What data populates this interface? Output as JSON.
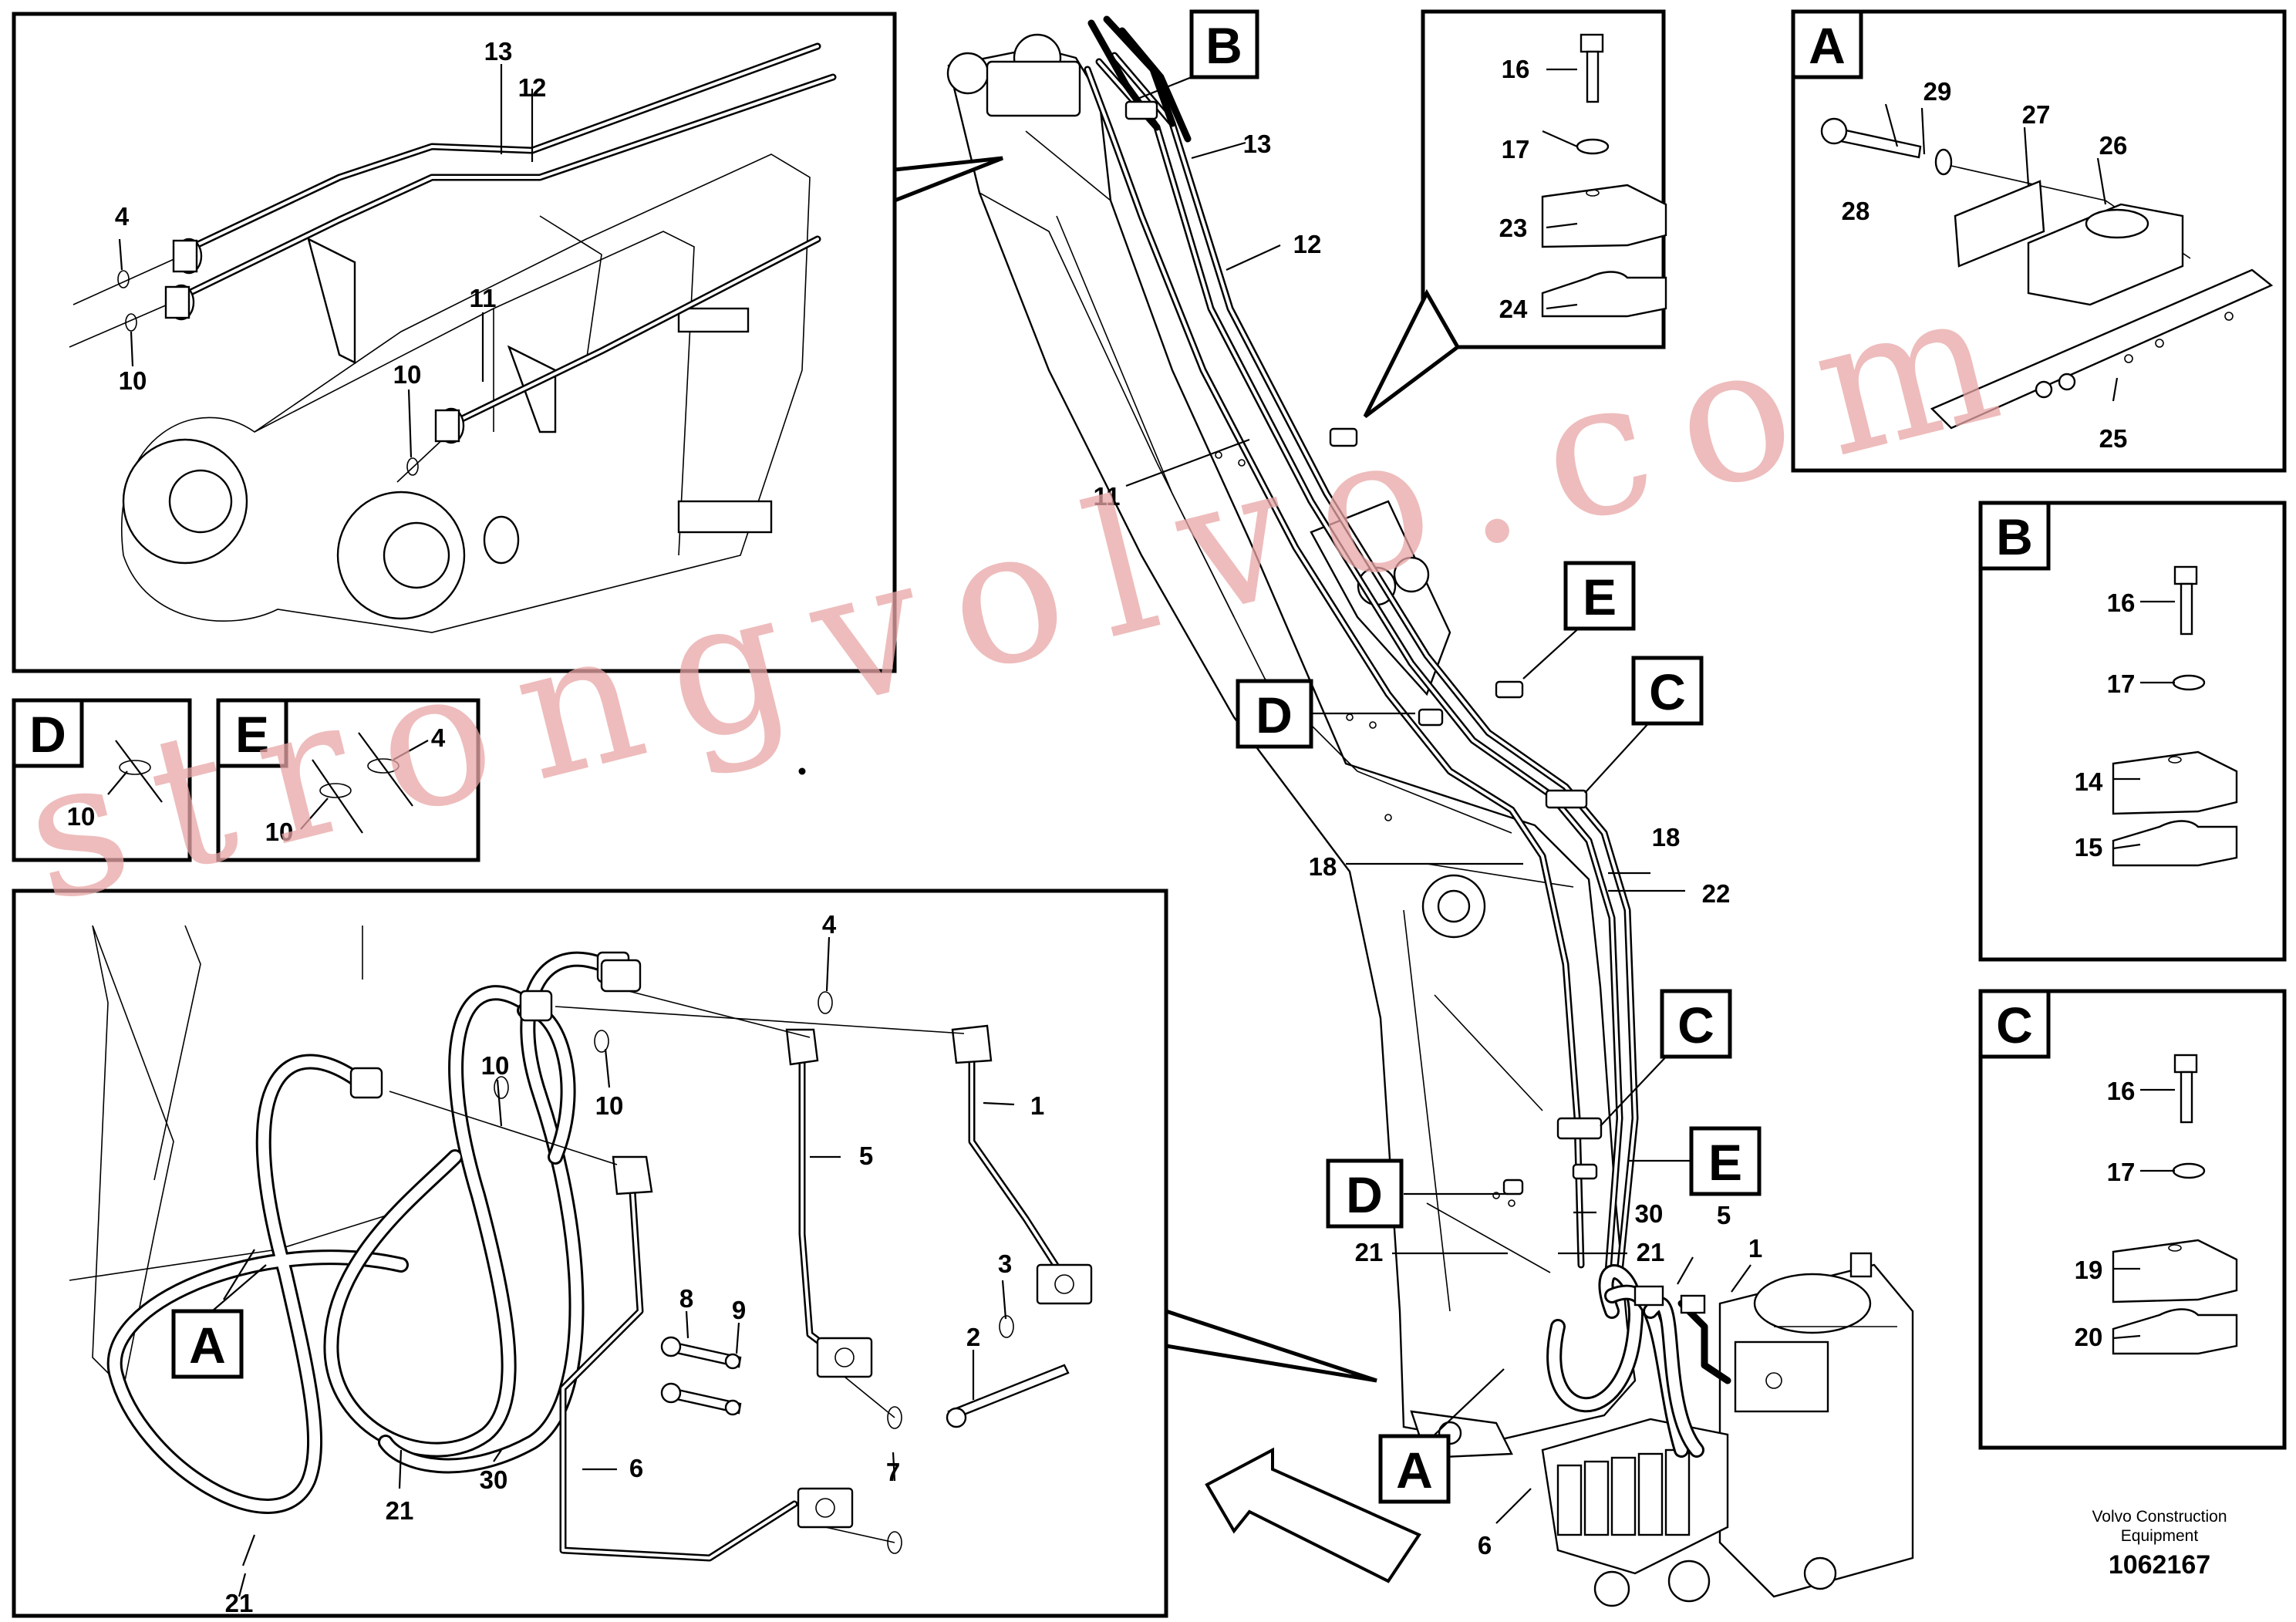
{
  "detail_letters": {
    "A": "A",
    "B": "B",
    "C": "C",
    "D": "D",
    "E": "E"
  },
  "part_numbers": {
    "p1": "1",
    "p2": "2",
    "p3": "3",
    "p4": "4",
    "p5": "5",
    "p6": "6",
    "p7": "7",
    "p8": "8",
    "p9": "9",
    "p10": "10",
    "p11": "11",
    "p12": "12",
    "p13": "13",
    "p14": "14",
    "p15": "15",
    "p16": "16",
    "p17": "17",
    "p18": "18",
    "p19": "19",
    "p20": "20",
    "p21": "21",
    "p22": "22",
    "p23": "23",
    "p24": "24",
    "p25": "25",
    "p26": "26",
    "p27": "27",
    "p28": "28",
    "p29": "29",
    "p30": "30"
  },
  "watermark": "strongvolvo.com",
  "footer": {
    "brand_line1": "Volvo Construction",
    "brand_line2": "Equipment",
    "drawing_number": "1062167"
  }
}
